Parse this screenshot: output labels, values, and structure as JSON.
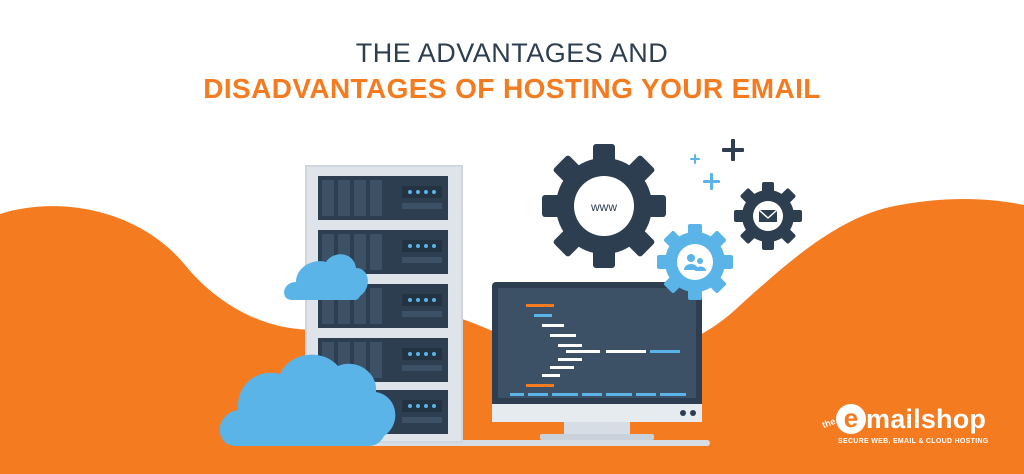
{
  "banner": {
    "title_line1": "THE ADVANTAGES AND",
    "title_line2": "DISADVANTAGES OF HOSTING YOUR EMAIL"
  },
  "illustration": {
    "gear_www_label": "www",
    "icons": [
      "server-rack-icon",
      "monitor-icon",
      "cloud-icon",
      "gear-www-icon",
      "gear-users-icon",
      "gear-mail-icon",
      "plus-icon"
    ]
  },
  "logo": {
    "prefix": "the",
    "initial": "e",
    "name": "mailshop",
    "tagline": "SECURE WEB, EMAIL & CLOUD HOSTING"
  },
  "colors": {
    "orange": "#f47b20",
    "navy": "#2d3e50",
    "light_blue": "#5ab4e8",
    "server_frame": "#dfe4ea",
    "screen": "#3d5166"
  }
}
